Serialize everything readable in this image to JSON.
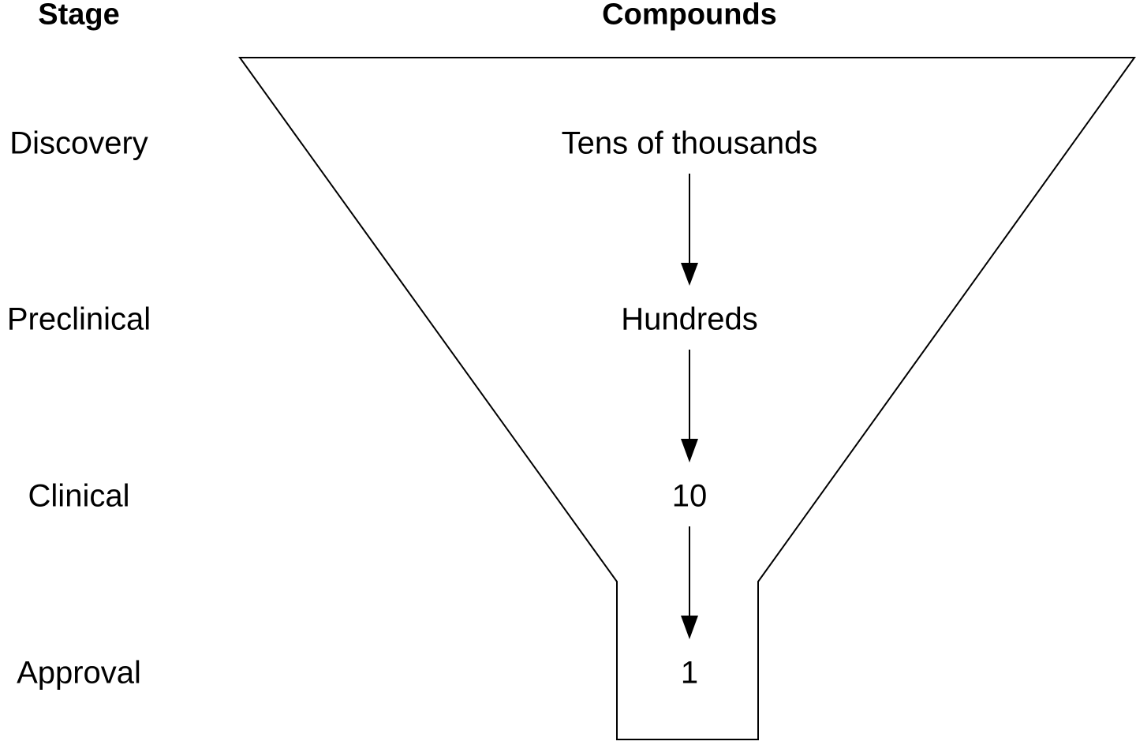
{
  "headers": {
    "stage": "Stage",
    "compounds": "Compounds"
  },
  "stages": [
    {
      "name": "Discovery",
      "compounds": "Tens of thousands"
    },
    {
      "name": "Preclinical",
      "compounds": "Hundreds"
    },
    {
      "name": "Clinical",
      "compounds": "10"
    },
    {
      "name": "Approval",
      "compounds": "1"
    }
  ],
  "colors": {
    "stroke": "#000000",
    "text": "#000000",
    "background": "#ffffff"
  }
}
